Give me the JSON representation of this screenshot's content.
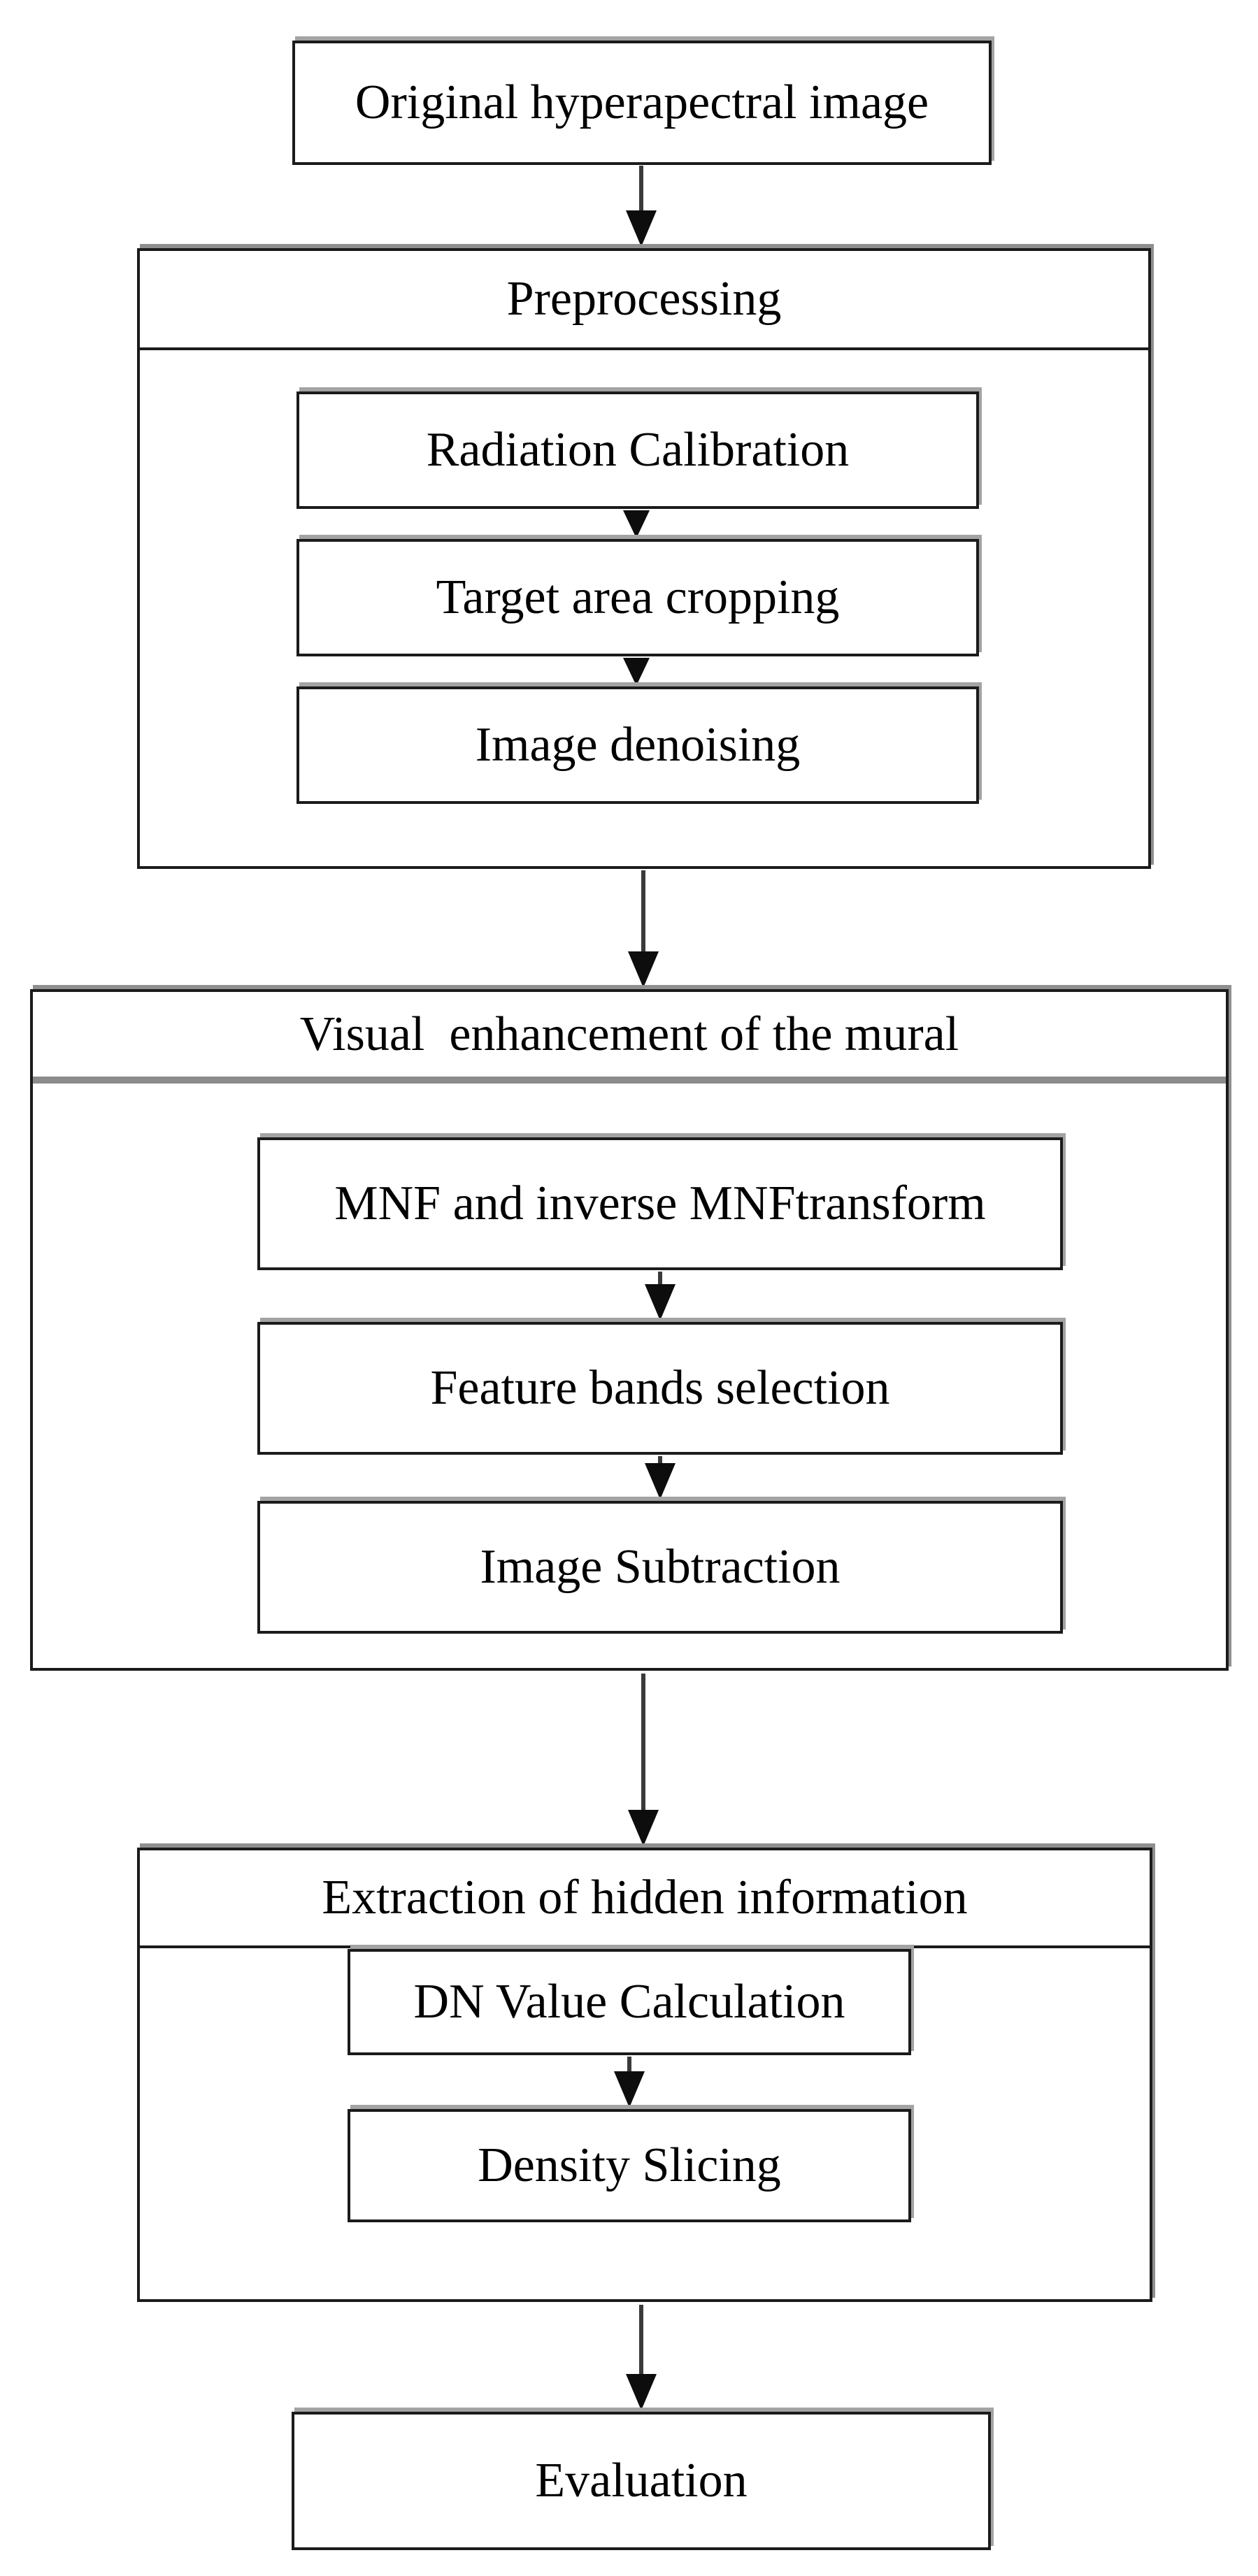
{
  "flowchart": {
    "start_box": {
      "label": "Original hyperapectral image"
    },
    "sections": [
      {
        "title": "Preprocessing",
        "steps": [
          {
            "label": "Radiation Calibration"
          },
          {
            "label": "Target area cropping"
          },
          {
            "label": "Image denoising"
          }
        ]
      },
      {
        "title": "Visual  enhancement of the mural",
        "steps": [
          {
            "label": "MNF and inverse MNFtransform"
          },
          {
            "label": "Feature bands selection"
          },
          {
            "label": "Image Subtraction"
          }
        ]
      },
      {
        "title": "Extraction of hidden information",
        "steps": [
          {
            "label": "DN Value Calculation"
          },
          {
            "label": "Density Slicing"
          }
        ]
      }
    ],
    "end_box": {
      "label": "Evaluation"
    },
    "colors": {
      "background": "#ffffff",
      "border": "#1b1b1b",
      "text": "#000000",
      "arrow": "#3a3a3a",
      "divider_gray": "#8c8c8c",
      "shadow_gray": "#a3a3a3"
    }
  }
}
